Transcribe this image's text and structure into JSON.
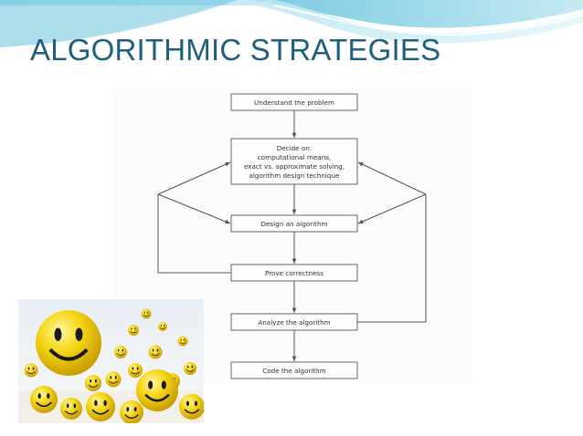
{
  "slide": {
    "title": "ALGORITHMIC STRATEGIES",
    "accent_color": "#1f5f7e"
  },
  "flowchart": {
    "steps": [
      {
        "id": "understand",
        "lines": [
          "Understand the problem"
        ]
      },
      {
        "id": "decide",
        "lines": [
          "Decide on:",
          "computational means,",
          "exact vs. approximate solving,",
          "algorithm design technique"
        ]
      },
      {
        "id": "design",
        "lines": [
          "Design an algorithm"
        ]
      },
      {
        "id": "prove",
        "lines": [
          "Prove correctness"
        ]
      },
      {
        "id": "analyze",
        "lines": [
          "Analyze the algorithm"
        ]
      },
      {
        "id": "code",
        "lines": [
          "Code the algorithm"
        ]
      }
    ]
  },
  "decoration": {
    "image": "yellow-smiley-faces-photo"
  }
}
